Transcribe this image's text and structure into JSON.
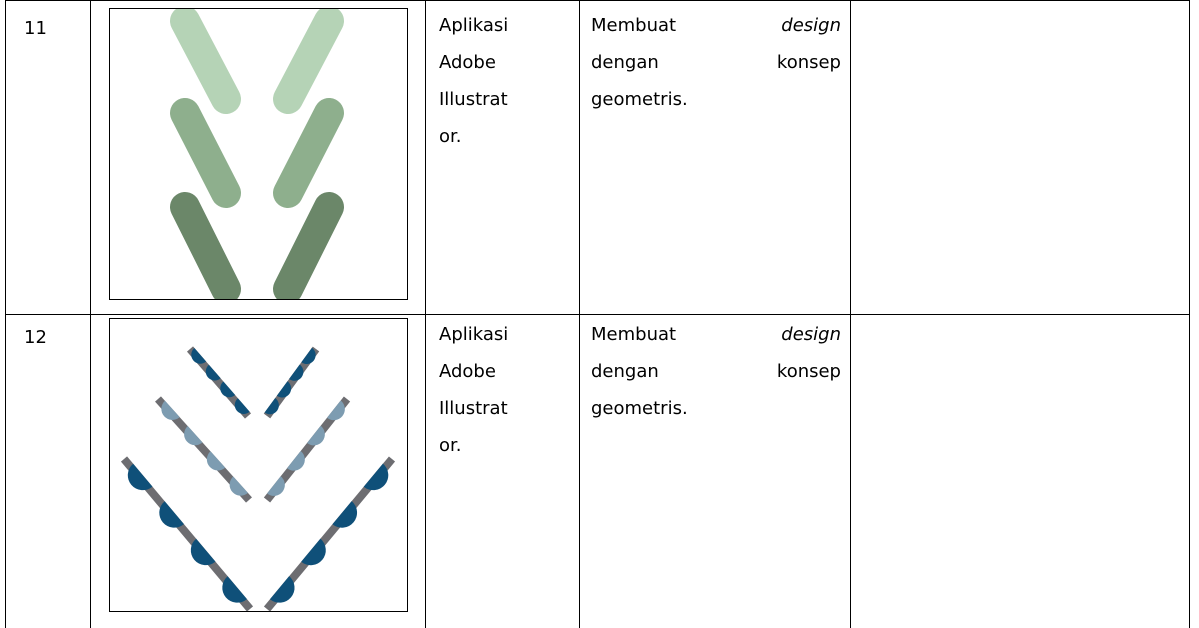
{
  "rows": [
    {
      "number": "11",
      "tool_lines": [
        "Aplikasi",
        "Adobe",
        "Illustrat",
        "or."
      ],
      "desc": {
        "line1_left": "Membuat",
        "line1_right": "design",
        "line2_left": "dengan",
        "line2_right": "konsep",
        "line3": "geometris."
      },
      "image": "green-geometric-bars-design"
    },
    {
      "number": "12",
      "tool_lines": [
        "Aplikasi",
        "Adobe",
        "Illustrat",
        "or."
      ],
      "desc": {
        "line1_left": "Membuat",
        "line1_right": "design",
        "line2_left": "dengan",
        "line2_right": "konsep",
        "line3": "geometris."
      },
      "image": "blue-semicircle-chevron-design"
    }
  ],
  "colors": {
    "green_light": "#b5d3b6",
    "green_mid": "#8eaf8d",
    "green_dark": "#6b8769",
    "bar_gray": "#6d6d71",
    "blue_dark": "#0f5079",
    "blue_light": "#7d9cb1"
  }
}
